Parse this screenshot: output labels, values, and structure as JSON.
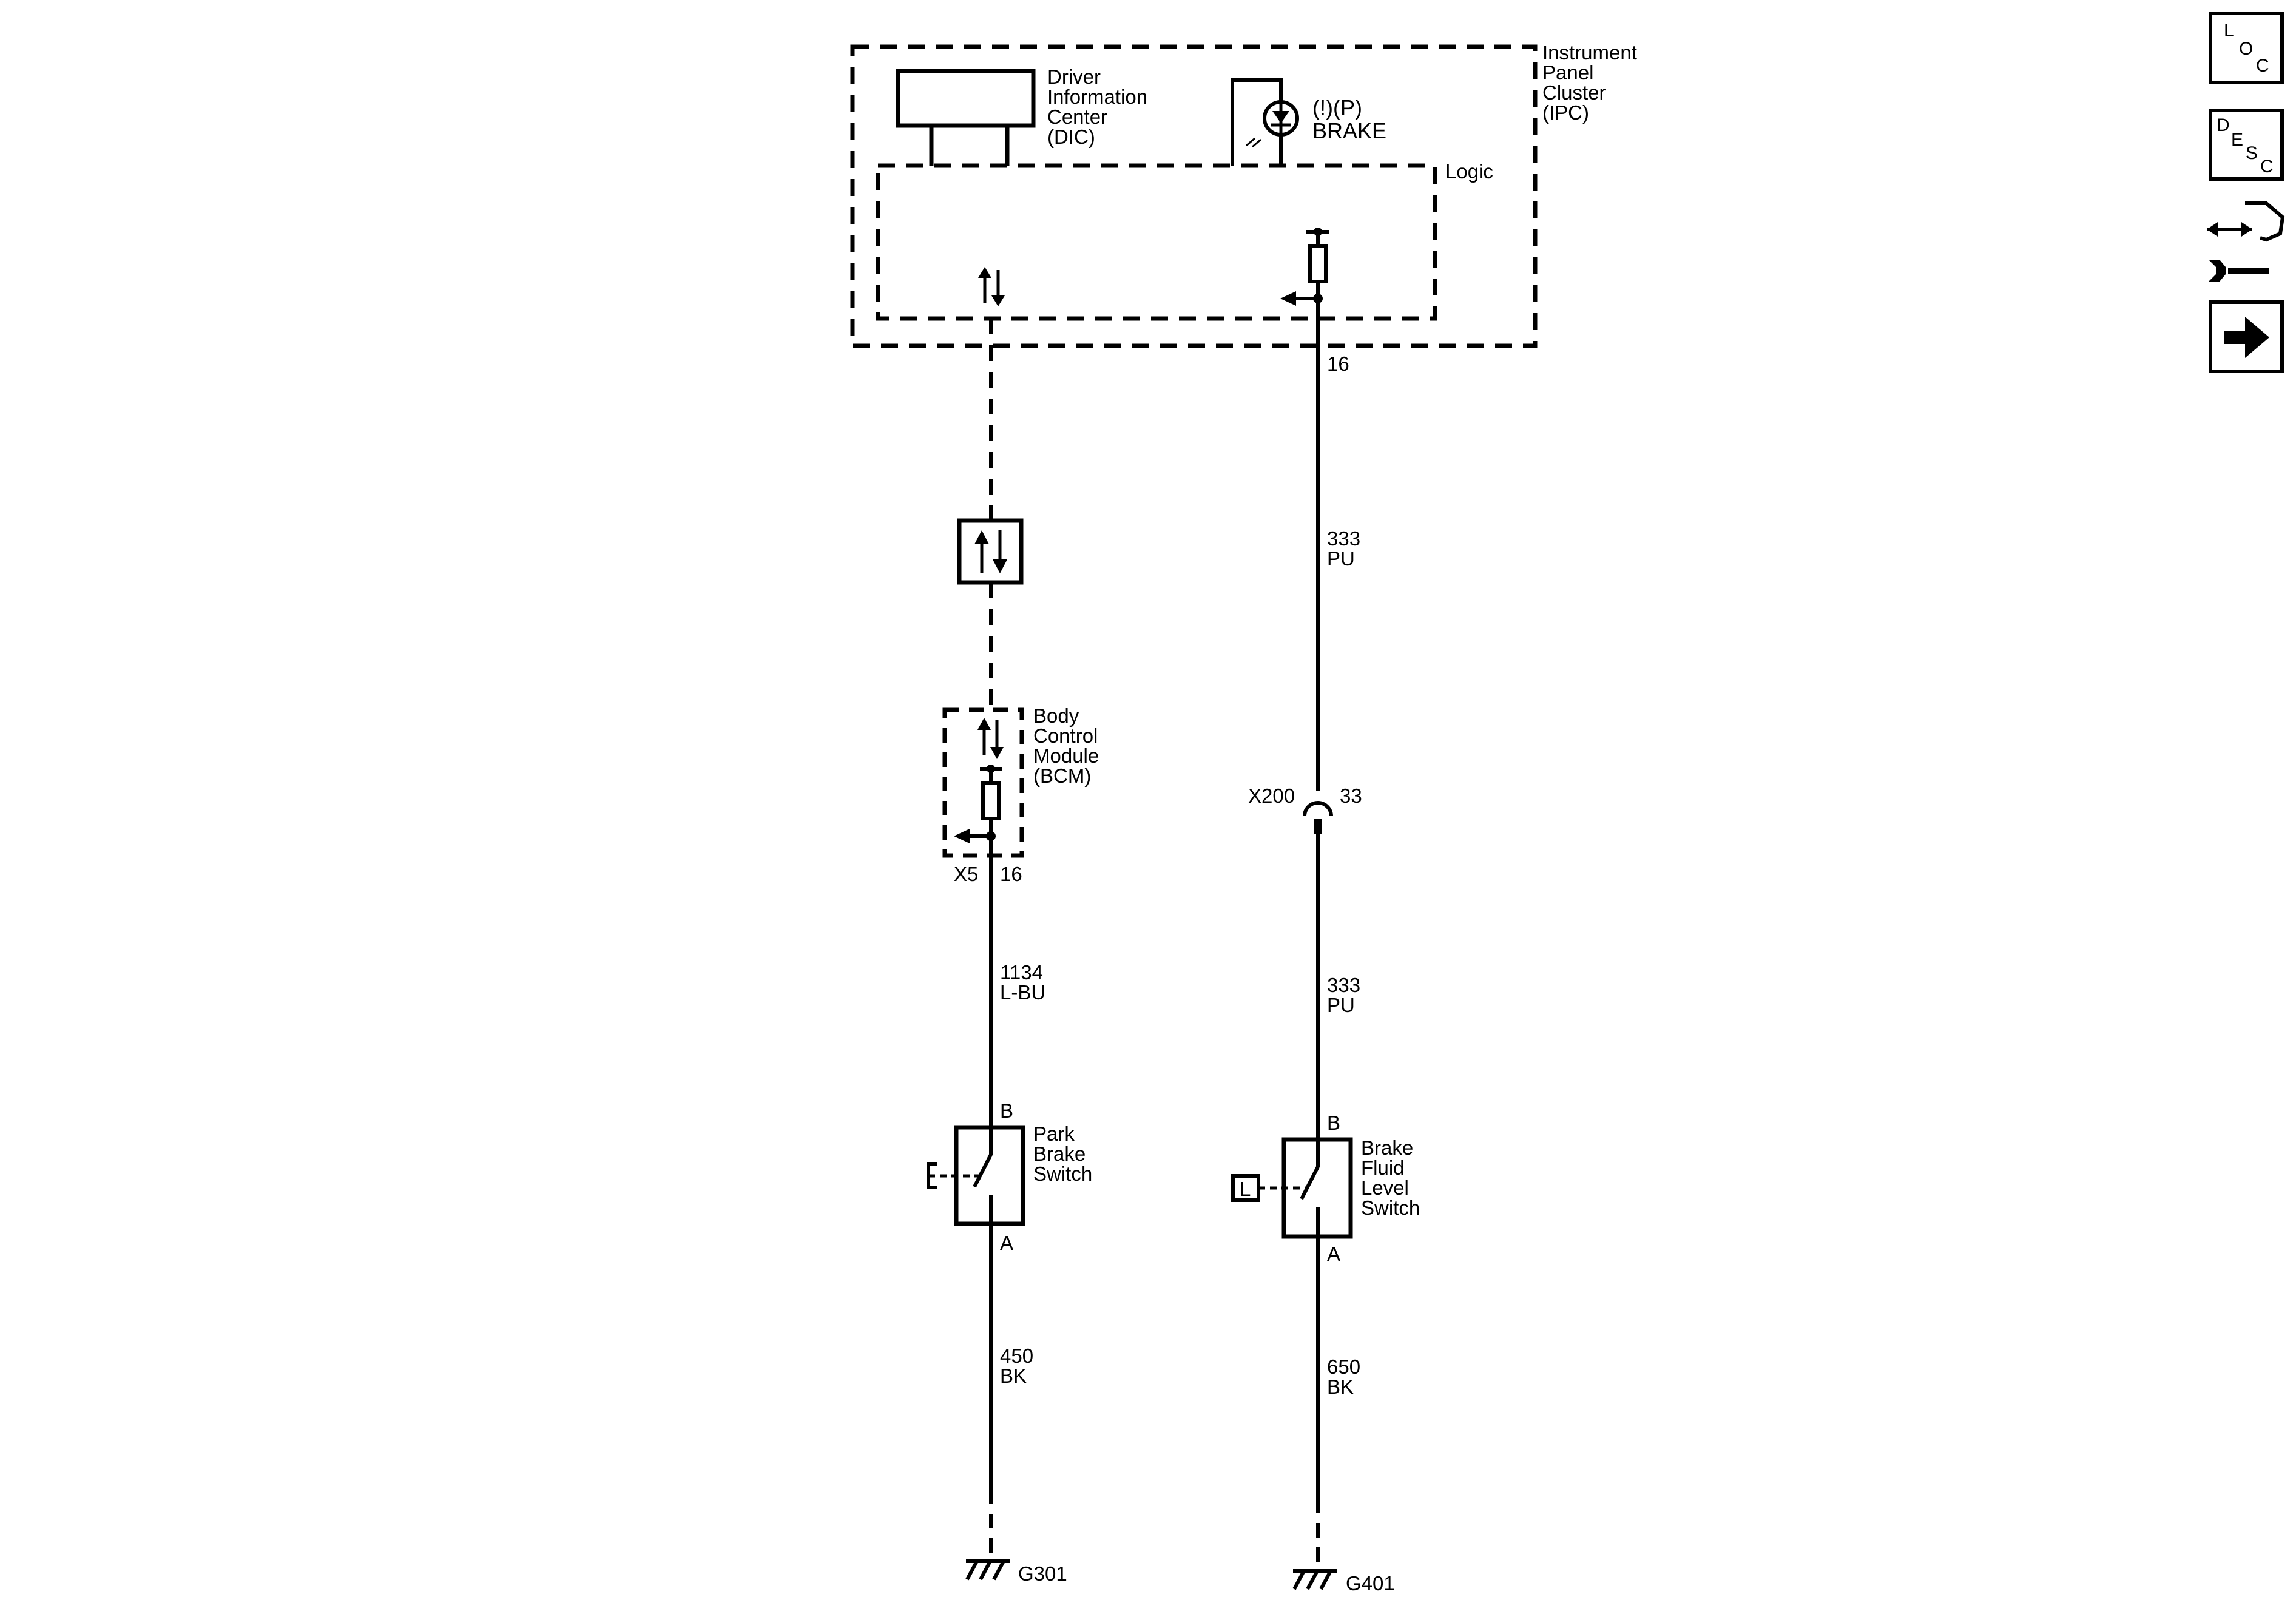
{
  "ipc": {
    "name_lines": [
      "Instrument",
      "Panel",
      "Cluster",
      "(IPC)"
    ],
    "logic_label": "Logic",
    "dic_lines": [
      "Driver",
      "Information",
      "Center",
      "(DIC)"
    ],
    "brake_symbols": "(!)(P)",
    "brake_label": "BRAKE",
    "pin": "16"
  },
  "bcm": {
    "name_lines": [
      "Body",
      "Control",
      "Module",
      "(BCM)"
    ],
    "connector": "X5",
    "pin": "16"
  },
  "wires": {
    "ipc_to_connector": {
      "circuit": "333",
      "color": "PU"
    },
    "connector_to_fluid_switch": {
      "circuit": "333",
      "color": "PU"
    },
    "bcm_to_park_switch": {
      "circuit": "1134",
      "color": "L-BU"
    },
    "park_switch_to_ground": {
      "circuit": "450",
      "color": "BK"
    },
    "fluid_switch_to_ground": {
      "circuit": "650",
      "color": "BK"
    }
  },
  "connector_x200": {
    "name": "X200",
    "pin": "33"
  },
  "park_brake_switch": {
    "name_lines": [
      "Park",
      "Brake",
      "Switch"
    ],
    "pin_top": "B",
    "pin_bottom": "A"
  },
  "brake_fluid_switch": {
    "name_lines": [
      "Brake",
      "Fluid",
      "Level",
      "Switch"
    ],
    "pin_top": "B",
    "pin_bottom": "A",
    "actuator_letter": "L"
  },
  "grounds": {
    "left": "G301",
    "right": "G401"
  },
  "side_icons": {
    "loc": [
      "L",
      "O",
      "C"
    ],
    "desc": [
      "D",
      "E",
      "S",
      "C"
    ]
  }
}
